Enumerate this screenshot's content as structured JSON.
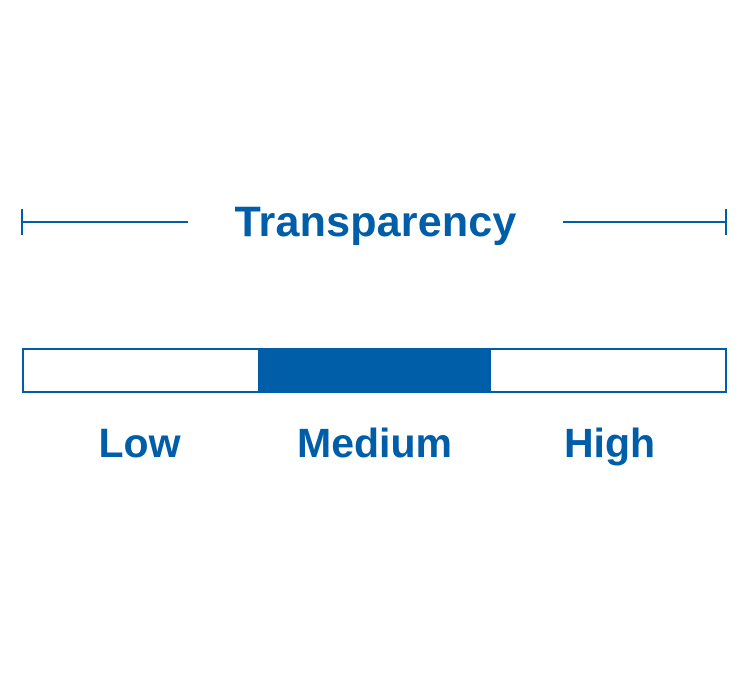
{
  "title": "Transparency",
  "accent_color": "#005da8",
  "levels": [
    {
      "label": "Low",
      "active": false
    },
    {
      "label": "Medium",
      "active": true
    },
    {
      "label": "High",
      "active": false
    }
  ],
  "selected_level": "Medium"
}
